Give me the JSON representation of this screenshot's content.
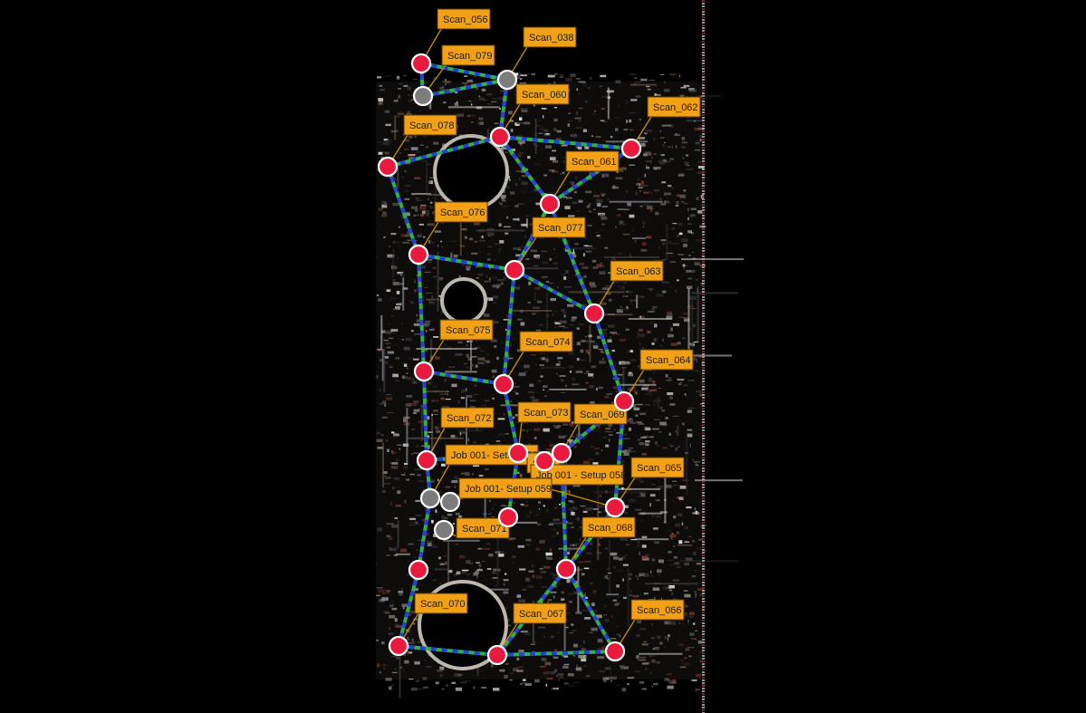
{
  "viewer": {
    "background": "#000000",
    "colors": {
      "registered_scan": "#ea1a3f",
      "unregistered_setup": "#7c7c7c",
      "label_fill": "#f2a116",
      "link_solid": "#2db24a",
      "link_dash": "#2a3fd6"
    }
  },
  "scans": [
    {
      "id": "s056",
      "label": "Scan_056",
      "state": "registered"
    },
    {
      "id": "s079",
      "label": "Scan_079",
      "state": "setup"
    },
    {
      "id": "s038",
      "label": "Scan_038",
      "state": "setup"
    },
    {
      "id": "s060",
      "label": "Scan_060",
      "state": "registered"
    },
    {
      "id": "s078",
      "label": "Scan_078",
      "state": "registered"
    },
    {
      "id": "s062",
      "label": "Scan_062",
      "state": "registered"
    },
    {
      "id": "s061",
      "label": "Scan_061",
      "state": "registered"
    },
    {
      "id": "s076",
      "label": "Scan_076",
      "state": "registered"
    },
    {
      "id": "s077",
      "label": "Scan_077",
      "state": "registered"
    },
    {
      "id": "s063",
      "label": "Scan_063",
      "state": "registered"
    },
    {
      "id": "s075",
      "label": "Scan_075",
      "state": "registered"
    },
    {
      "id": "s074",
      "label": "Scan_074",
      "state": "registered"
    },
    {
      "id": "s064",
      "label": "Scan_064",
      "state": "registered"
    },
    {
      "id": "s072",
      "label": "Scan_072",
      "state": "registered"
    },
    {
      "id": "s073",
      "label": "Scan_073",
      "state": "registered"
    },
    {
      "id": "s069",
      "label": "Scan_069",
      "state": "registered"
    },
    {
      "id": "j057",
      "label": "Job 001- Setup 057",
      "state": "setup"
    },
    {
      "id": "s0xx",
      "label": "Scan_0",
      "state": "registered"
    },
    {
      "id": "j058",
      "label": "Job 001 - Setup 058",
      "state": "setup"
    },
    {
      "id": "s065",
      "label": "Scan_065",
      "state": "registered"
    },
    {
      "id": "j059",
      "label": "Job 001- Setup 059",
      "state": "setup"
    },
    {
      "id": "s071",
      "label": "Scan_071",
      "state": "setup"
    },
    {
      "id": "s068",
      "label": "Scan_068",
      "state": "registered"
    },
    {
      "id": "s070",
      "label": "Scan_070",
      "state": "registered"
    },
    {
      "id": "s067",
      "label": "Scan_067",
      "state": "registered"
    },
    {
      "id": "s066",
      "label": "Scan_066",
      "state": "registered"
    }
  ]
}
